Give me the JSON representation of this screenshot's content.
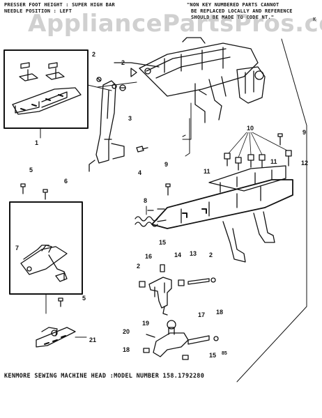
{
  "header": {
    "left_line1": "PRESSER FOOT HEIGHT : SUPER HIGH BAR",
    "left_line2": "NEEDLE POSITION : LEFT",
    "note_line1": "\"NON KEY NUMBERED PARTS CANNOT",
    "note_line2": "BE REPLACED LOCALLY AND REFERENCE",
    "note_line3": "SHOULD BE MADE TO CODE NT.\"",
    "edge_mark": "K"
  },
  "watermark": "AppliancePartsPros.com",
  "caption": "KENMORE SEWING MACHINE HEAD :MODEL NUMBER 158.1792280",
  "callouts": {
    "c1": "1",
    "c2a": "2",
    "c2b": "2",
    "c2c": "2",
    "c2d": "2",
    "c3": "3",
    "c4": "4",
    "c5a": "5",
    "c5b": "5",
    "c6": "6",
    "c7": "7",
    "c8": "8",
    "c9a": "9",
    "c9b": "9",
    "c10": "10",
    "c11a": "11",
    "c11b": "11",
    "c12": "12",
    "c13": "13",
    "c14": "14",
    "c15a": "15",
    "c15b": "15",
    "c16": "16",
    "c17": "17",
    "c18a": "18",
    "c18b": "18",
    "c19": "19",
    "c20": "20",
    "c21": "21",
    "c85": "85"
  }
}
